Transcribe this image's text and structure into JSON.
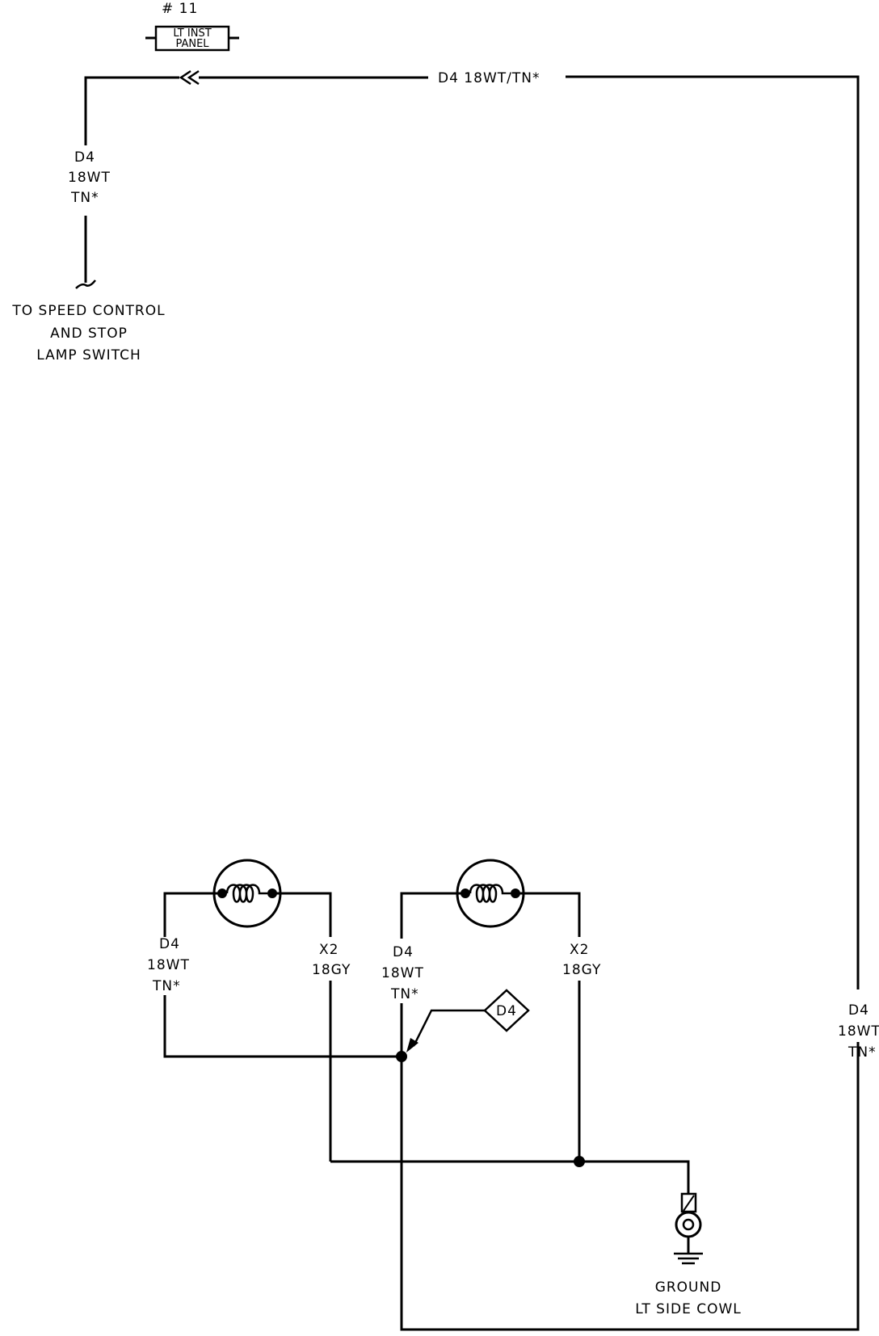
{
  "connector": {
    "number": "# 11",
    "line1": "LT INST",
    "line2": "PANEL"
  },
  "top_wire_label": "D4  18WT/TN*",
  "left_wire": {
    "circuit": "D4",
    "gauge": "18WT",
    "color": "TN*"
  },
  "speed_control_note": {
    "line1": "TO SPEED CONTROL",
    "line2": "AND STOP",
    "line3": "LAMP SWITCH"
  },
  "lamp1_feed": {
    "circuit": "D4",
    "gauge": "18WT",
    "color": "TN*"
  },
  "lamp1_ground": {
    "circuit": "X2",
    "gauge": "18GY"
  },
  "lamp2_feed": {
    "circuit": "D4",
    "gauge": "18WT",
    "color": "TN*"
  },
  "lamp2_ground": {
    "circuit": "X2",
    "gauge": "18GY"
  },
  "splice_label": "D4",
  "right_wire": {
    "circuit": "D4",
    "gauge": "18WT",
    "color": "TN*"
  },
  "ground_note": {
    "line1": "GROUND",
    "line2": "LT SIDE COWL"
  }
}
